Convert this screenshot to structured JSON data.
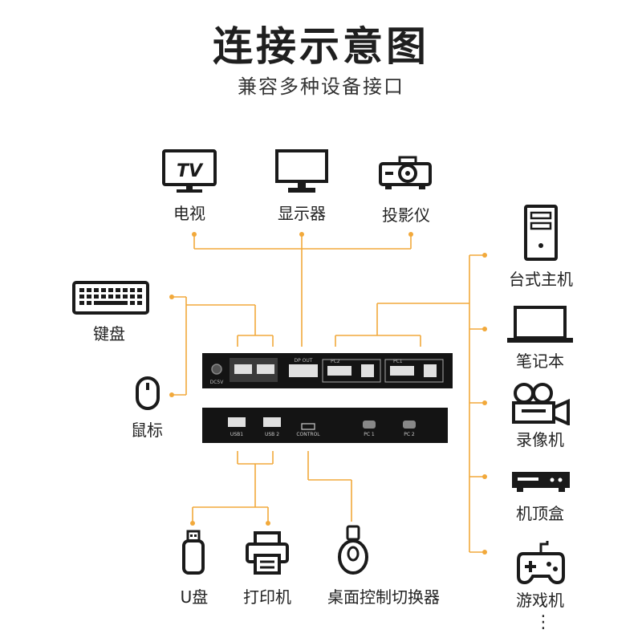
{
  "header": {
    "title": "连接示意图",
    "subtitle": "兼容多种设备接口"
  },
  "top_devices": [
    {
      "label": "电视",
      "icon": "tv-icon",
      "icon_text": "TV"
    },
    {
      "label": "显示器",
      "icon": "monitor-icon"
    },
    {
      "label": "投影仪",
      "icon": "projector-icon"
    }
  ],
  "left_devices": [
    {
      "label": "键盘",
      "icon": "keyboard-icon"
    },
    {
      "label": "鼠标",
      "icon": "mouse-icon"
    }
  ],
  "bottom_devices": [
    {
      "label": "U盘",
      "icon": "usb-drive-icon"
    },
    {
      "label": "打印机",
      "icon": "printer-icon"
    },
    {
      "label": "桌面控制切换器",
      "icon": "desktop-switch-icon"
    }
  ],
  "right_devices": [
    {
      "label": "台式主机",
      "icon": "desktop-tower-icon"
    },
    {
      "label": "笔记本",
      "icon": "laptop-icon"
    },
    {
      "label": "录像机",
      "icon": "video-camera-icon"
    },
    {
      "label": "机顶盒",
      "icon": "set-top-box-icon"
    },
    {
      "label": "游戏机",
      "icon": "gamepad-icon"
    }
  ],
  "more_indicator": "⋮",
  "kvm_back_panel": {
    "ports": [
      "DC5V",
      "DP OUT",
      "PC2",
      "PC1"
    ]
  },
  "kvm_front_panel": {
    "ports": [
      "USB1",
      "USB 2",
      "CONTROL",
      "PC 1",
      "PC 2"
    ]
  },
  "colors": {
    "wire": "#f2a93b",
    "device": "#1a1a1a",
    "port": "#e0e0e0"
  }
}
